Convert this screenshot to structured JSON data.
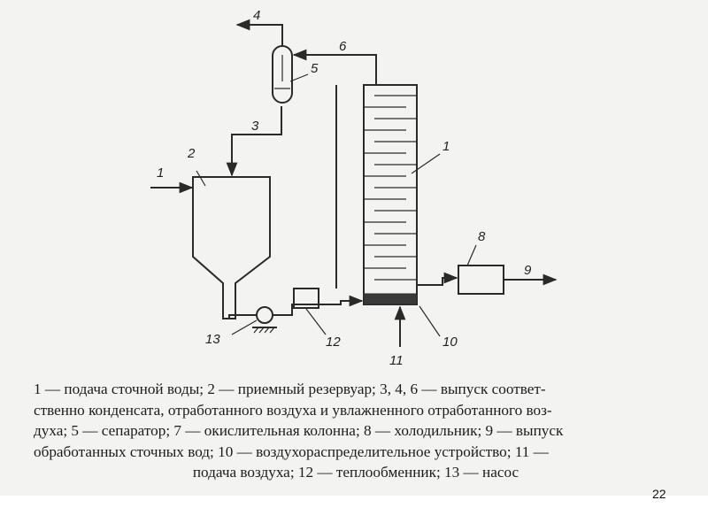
{
  "diagram": {
    "labels": {
      "feed_1": "1",
      "column_1": "1",
      "reservoir": "2",
      "condensate": "3",
      "air_out": "4",
      "separator": "5",
      "humid_air": "6",
      "cooler": "8",
      "treated_out": "9",
      "distributor": "10",
      "air_feed": "11",
      "heat_exchanger": "12",
      "pump": "13"
    }
  },
  "caption": {
    "lines": [
      "1 — подача сточной воды; 2 — приемный резервуар; 3, 4, 6 — выпуск соответ-",
      "ственно конденсата, отработанного воздуха и увлажненного отработанного воз-",
      "духа; 5 — сепаратор; 7 — окислительная колонна; 8 — холодильник; 9 — выпуск",
      "обработанных сточных вод; 10 — воздухораспределительное устройство; 11 —",
      "подача воздуха; 12 — теплообменник; 13 — насос"
    ]
  },
  "page_number": "22"
}
